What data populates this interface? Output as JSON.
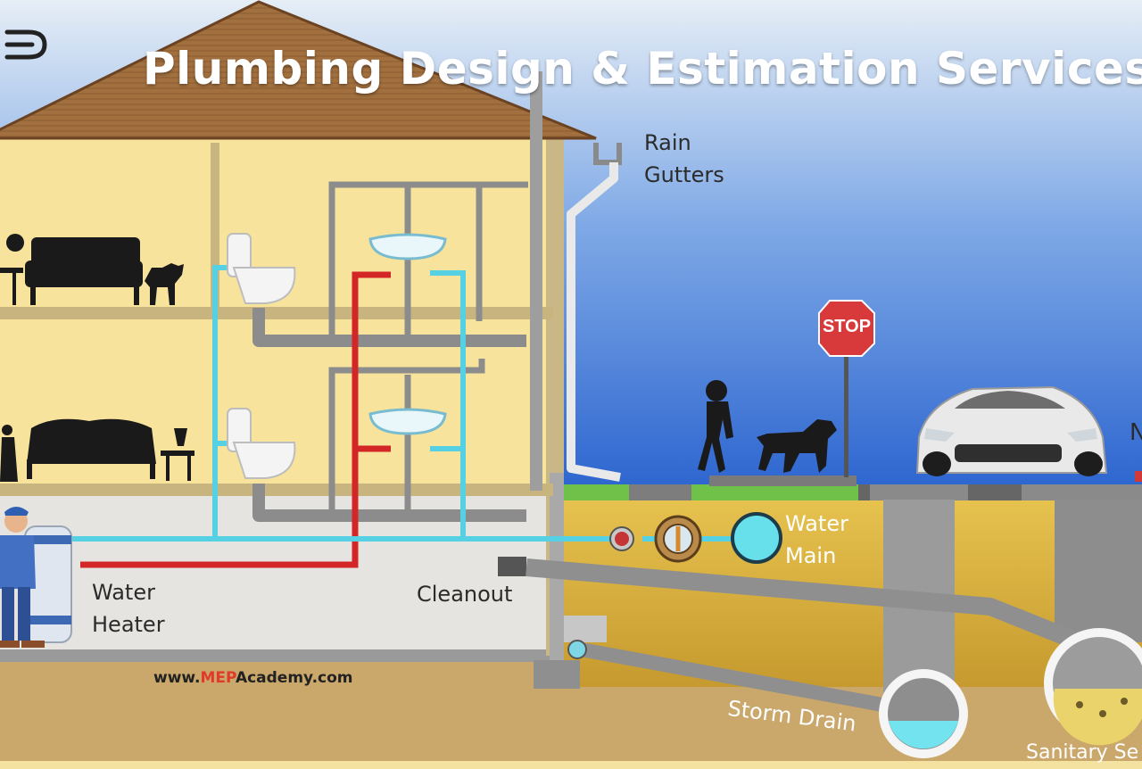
{
  "title": "Plumbing Design & Estimation Services",
  "website": {
    "prefix": "www.",
    "accent": "MEP",
    "suffix": "Academy.com"
  },
  "labels": {
    "rain_gutters": [
      "Rain",
      "Gutters"
    ],
    "water_heater": [
      "Water",
      "Heater"
    ],
    "cleanout": "Cleanout",
    "water_main": [
      "Water",
      "Main"
    ],
    "storm_drain": "Storm Drain",
    "sanitary_sewer": "Sanitary Se",
    "stop_sign": "STOP",
    "partial_letter": "N"
  },
  "icons": {
    "brand_logo": "brand-logo-icon",
    "toilet": "toilet-icon",
    "sink": "sink-icon",
    "valve": "valve-icon",
    "meter": "water-meter-icon",
    "car": "car-icon",
    "dog": "dog-icon",
    "person": "person-icon",
    "sofa": "sofa-icon"
  },
  "colors": {
    "sky_top": "#dfe9f4",
    "sky_bottom": "#2f6fd4",
    "house_wall": "#f6e39c",
    "roof": "#9a6b3e",
    "cold_pipe": "#5cd6e6",
    "hot_pipe": "#d42a2a",
    "drain_pipe": "#8e8e8e",
    "soil": "#d9b64e",
    "ground": "#c9a668"
  }
}
